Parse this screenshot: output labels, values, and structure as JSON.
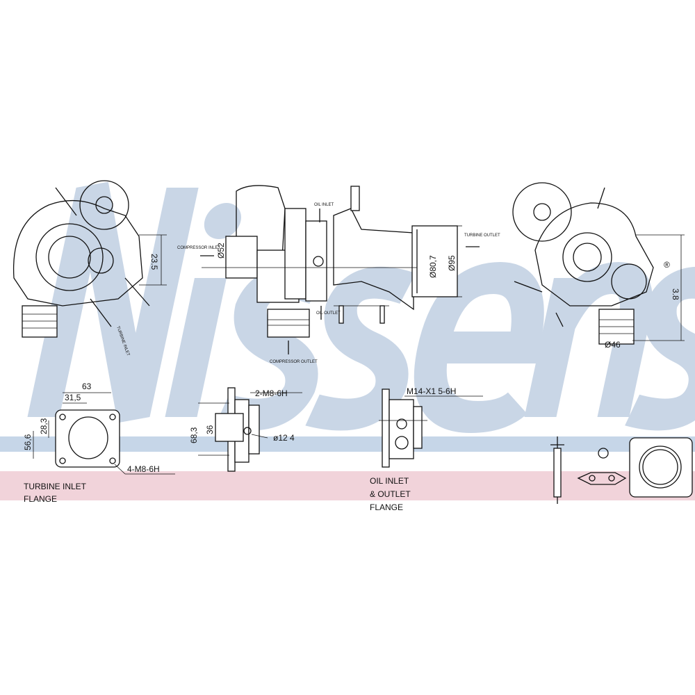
{
  "brand": {
    "watermark": "Nissens",
    "registered": "®",
    "watermark_color": "#c9d6e6",
    "stripe_blue": "#c6d6e8",
    "stripe_pink": "#f1d3da"
  },
  "views": {
    "left": {
      "dim": "23.5",
      "turbine_inlet": "TURBINE INLET"
    },
    "side": {
      "compressor_inlet": "COMPRESSOR INLET",
      "d52": "Ø52",
      "oil_inlet": "OIL INLET",
      "oil_outlet": "OIL OUTLET",
      "compressor_outlet": "COMPRESSOR OUTLET",
      "turbine_outlet": "TURBINE OUTLET",
      "d80": "Ø80,7",
      "d95": "Ø95"
    },
    "right": {
      "dim": "3.8",
      "d46": "Ø46"
    }
  },
  "flanges": {
    "turbine": {
      "w63": "63",
      "w31": "31,5",
      "h28": "28,3",
      "h56": "56,6",
      "bolts": "4-M8-6H",
      "title1": "TURBINE  INLET",
      "title2": "FLANGE"
    },
    "oil1": {
      "bolts": "2-M8-6H",
      "h68": "68,3",
      "h36": "36",
      "d12": "ø12 4"
    },
    "oil2": {
      "thread": "M14-X1 5-6H",
      "title1": "OIL  INLET",
      "title2": "& OUTLET",
      "title3": "FLANGE"
    }
  }
}
